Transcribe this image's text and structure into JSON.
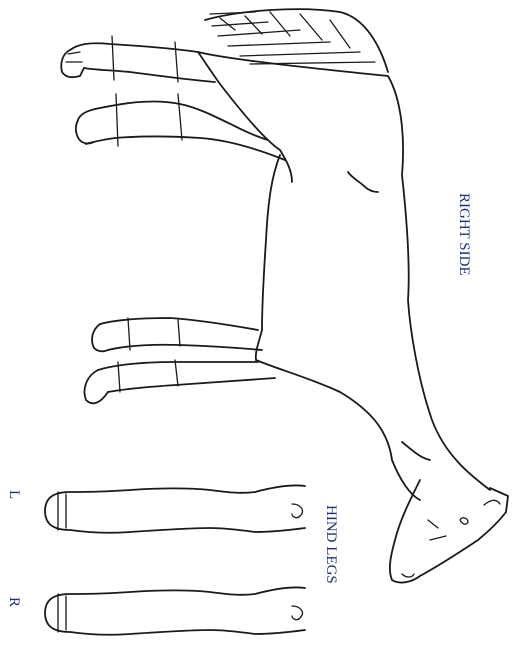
{
  "labels": {
    "right_side": "RIGHT SIDE",
    "hind_legs": "HIND LEGS",
    "left_leg": "L",
    "right_leg": "R"
  },
  "colors": {
    "label_text": "#1f2f7a",
    "line_ink": "#1a1a1a",
    "background": "#ffffff"
  }
}
